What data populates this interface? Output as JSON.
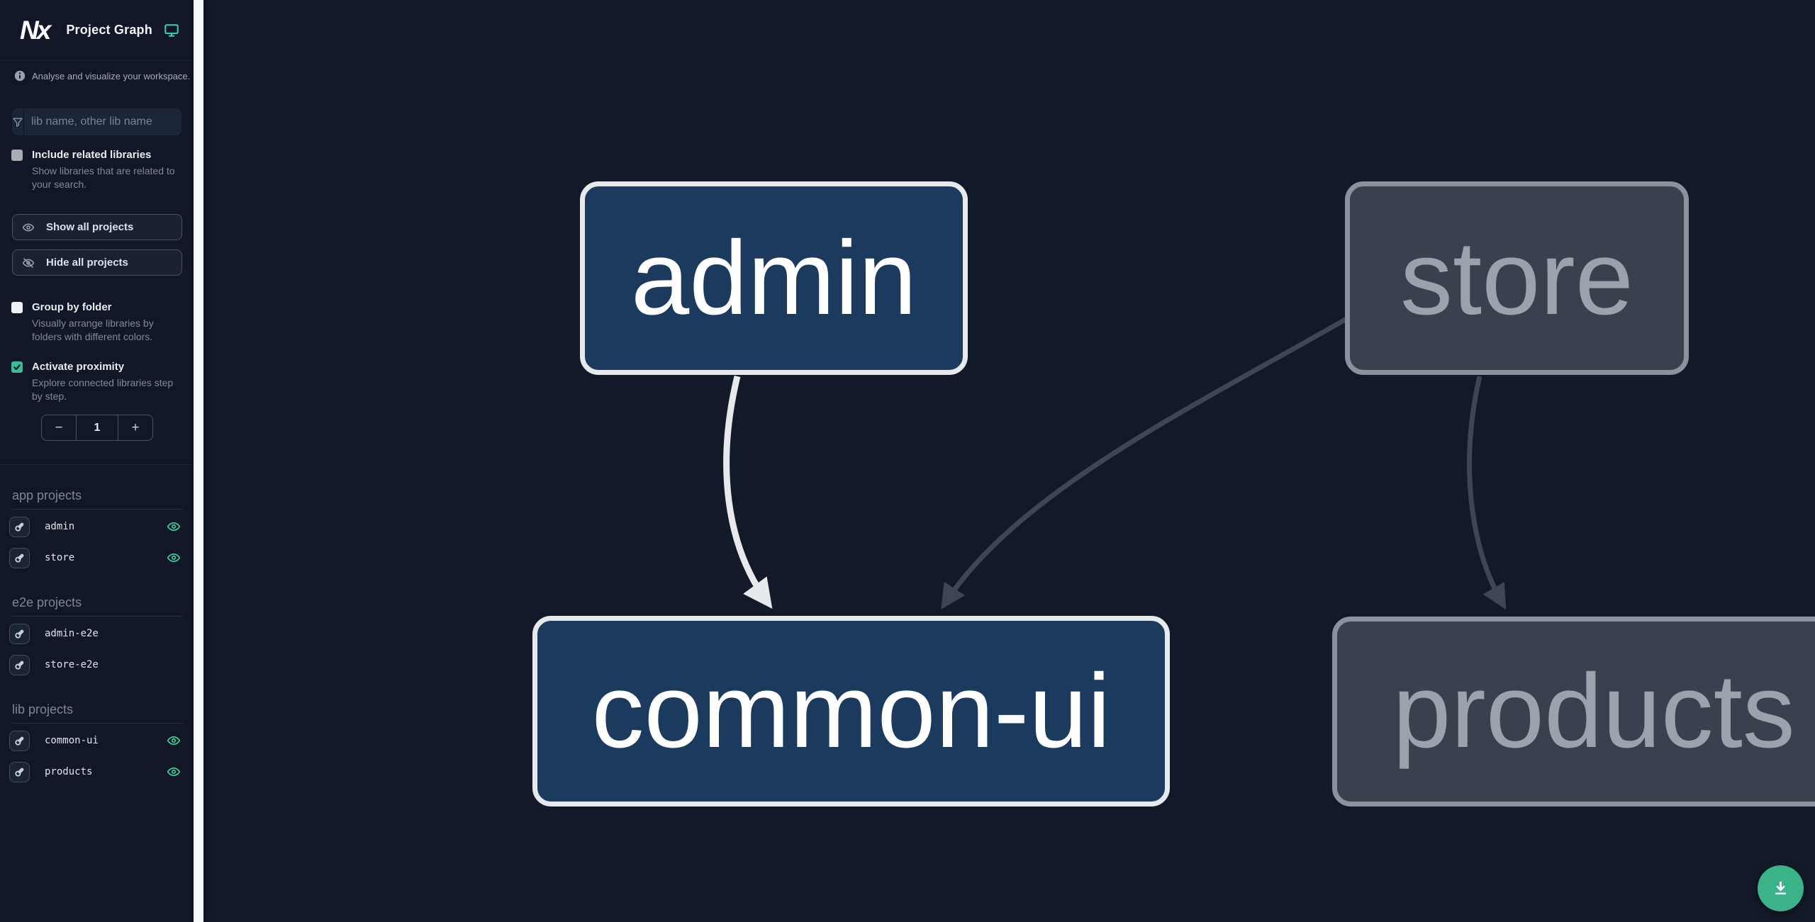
{
  "header": {
    "logo": "Nx",
    "title": "Project Graph"
  },
  "sidebar": {
    "tagline": "Analyse and visualize your workspace.",
    "search": {
      "placeholder": "lib name, other lib name"
    },
    "options": [
      {
        "label": "Include related libraries",
        "description": "Show libraries that are related to your search.",
        "state": "unchecked-muted"
      },
      {
        "label": "Group by folder",
        "description": "Visually arrange libraries by folders with different colors.",
        "state": "unchecked"
      },
      {
        "label": "Activate proximity",
        "description": "Explore connected libraries step by step.",
        "state": "checked"
      }
    ],
    "actions": [
      {
        "label": "Show all projects",
        "icon": "eye"
      },
      {
        "label": "Hide all projects",
        "icon": "eye-off"
      }
    ],
    "proximity": {
      "decrement": "−",
      "value": "1",
      "increment": "+"
    },
    "sections": [
      {
        "title": "app projects",
        "items": [
          {
            "name": "admin",
            "visible": true
          },
          {
            "name": "store",
            "visible": true
          }
        ]
      },
      {
        "title": "e2e projects",
        "items": [
          {
            "name": "admin-e2e",
            "visible": false
          },
          {
            "name": "store-e2e",
            "visible": false
          }
        ]
      },
      {
        "title": "lib projects",
        "items": [
          {
            "name": "common-ui",
            "visible": true
          },
          {
            "name": "products",
            "visible": true
          }
        ]
      }
    ]
  },
  "graph": {
    "nodes": [
      {
        "label": "admin",
        "state": "focused"
      },
      {
        "label": "store",
        "state": "muted"
      },
      {
        "label": "common-ui",
        "state": "focused"
      },
      {
        "label": "products",
        "state": "muted"
      }
    ],
    "edges": [
      {
        "from": "admin",
        "to": "common-ui",
        "style": "focused"
      },
      {
        "from": "store",
        "to": "common-ui",
        "style": "muted"
      },
      {
        "from": "store",
        "to": "products",
        "style": "muted"
      }
    ]
  },
  "fab": {
    "icon": "download"
  },
  "colors": {
    "canvas_bg": "#121928",
    "sidebar_bg": "#111726",
    "split_divider": "#f7f8f9",
    "accent_green": "#3fd49b",
    "fab_green": "#3ab389",
    "checkbox_checked": "#3cbd95",
    "monitor_teal": "#3fd0a9",
    "node_focused_fill": "#1c3a5e",
    "node_focused_border": "#e7e9ec",
    "node_focused_text": "#ffffff",
    "node_muted_fill": "#3a404e",
    "node_muted_border": "#8c929d",
    "node_muted_text": "#9ba1ad",
    "edge_focused": "#e7e9ec",
    "edge_muted": "#3e4654"
  }
}
